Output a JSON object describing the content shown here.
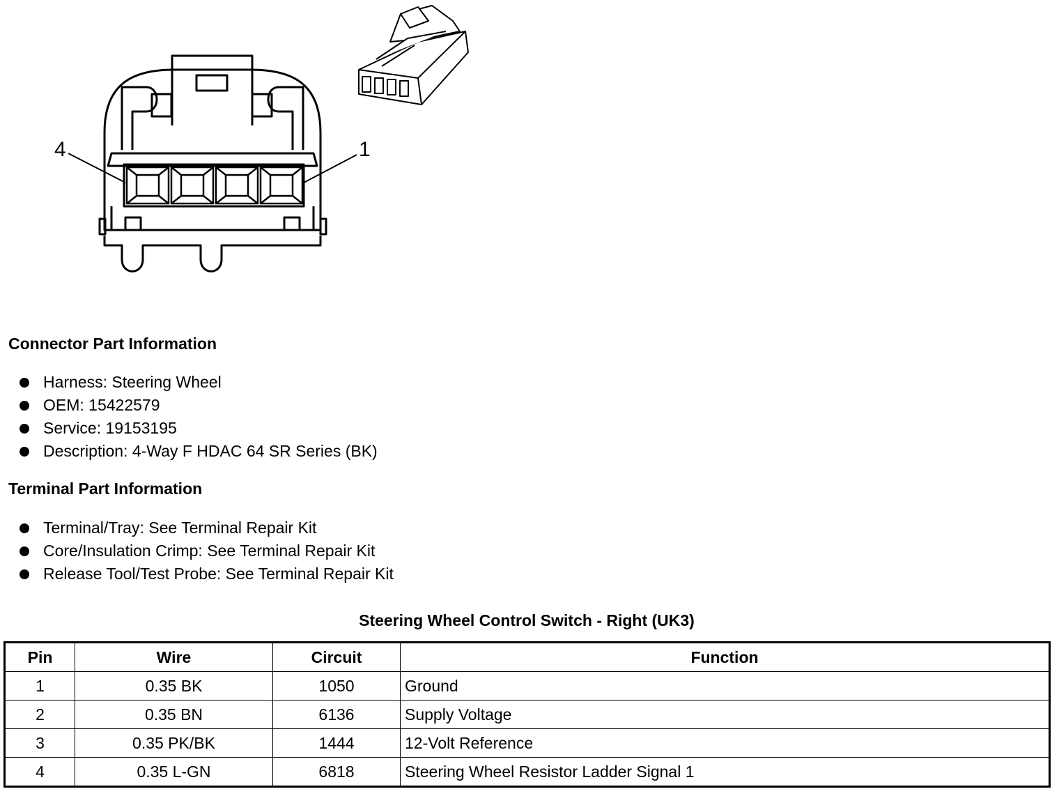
{
  "diagram": {
    "pin_labels": [
      "4",
      "1"
    ]
  },
  "connector_part_information": {
    "heading": "Connector Part Information",
    "items": [
      "Harness: Steering Wheel",
      "OEM: 15422579",
      "Service: 19153195",
      "Description: 4-Way F HDAC 64 SR Series (BK)"
    ]
  },
  "terminal_part_information": {
    "heading": "Terminal Part Information",
    "items": [
      "Terminal/Tray: See Terminal Repair Kit",
      "Core/Insulation Crimp: See Terminal Repair Kit",
      "Release Tool/Test Probe: See Terminal Repair Kit"
    ]
  },
  "pin_table": {
    "title": "Steering Wheel Control Switch - Right (UK3)",
    "headers": [
      "Pin",
      "Wire",
      "Circuit",
      "Function"
    ],
    "rows": [
      [
        "1",
        "0.35 BK",
        "1050",
        "Ground"
      ],
      [
        "2",
        "0.35 BN",
        "6136",
        "Supply Voltage"
      ],
      [
        "3",
        "0.35 PK/BK",
        "1444",
        "12-Volt Reference"
      ],
      [
        "4",
        "0.35 L-GN",
        "6818",
        "Steering Wheel Resistor Ladder Signal 1"
      ]
    ]
  }
}
